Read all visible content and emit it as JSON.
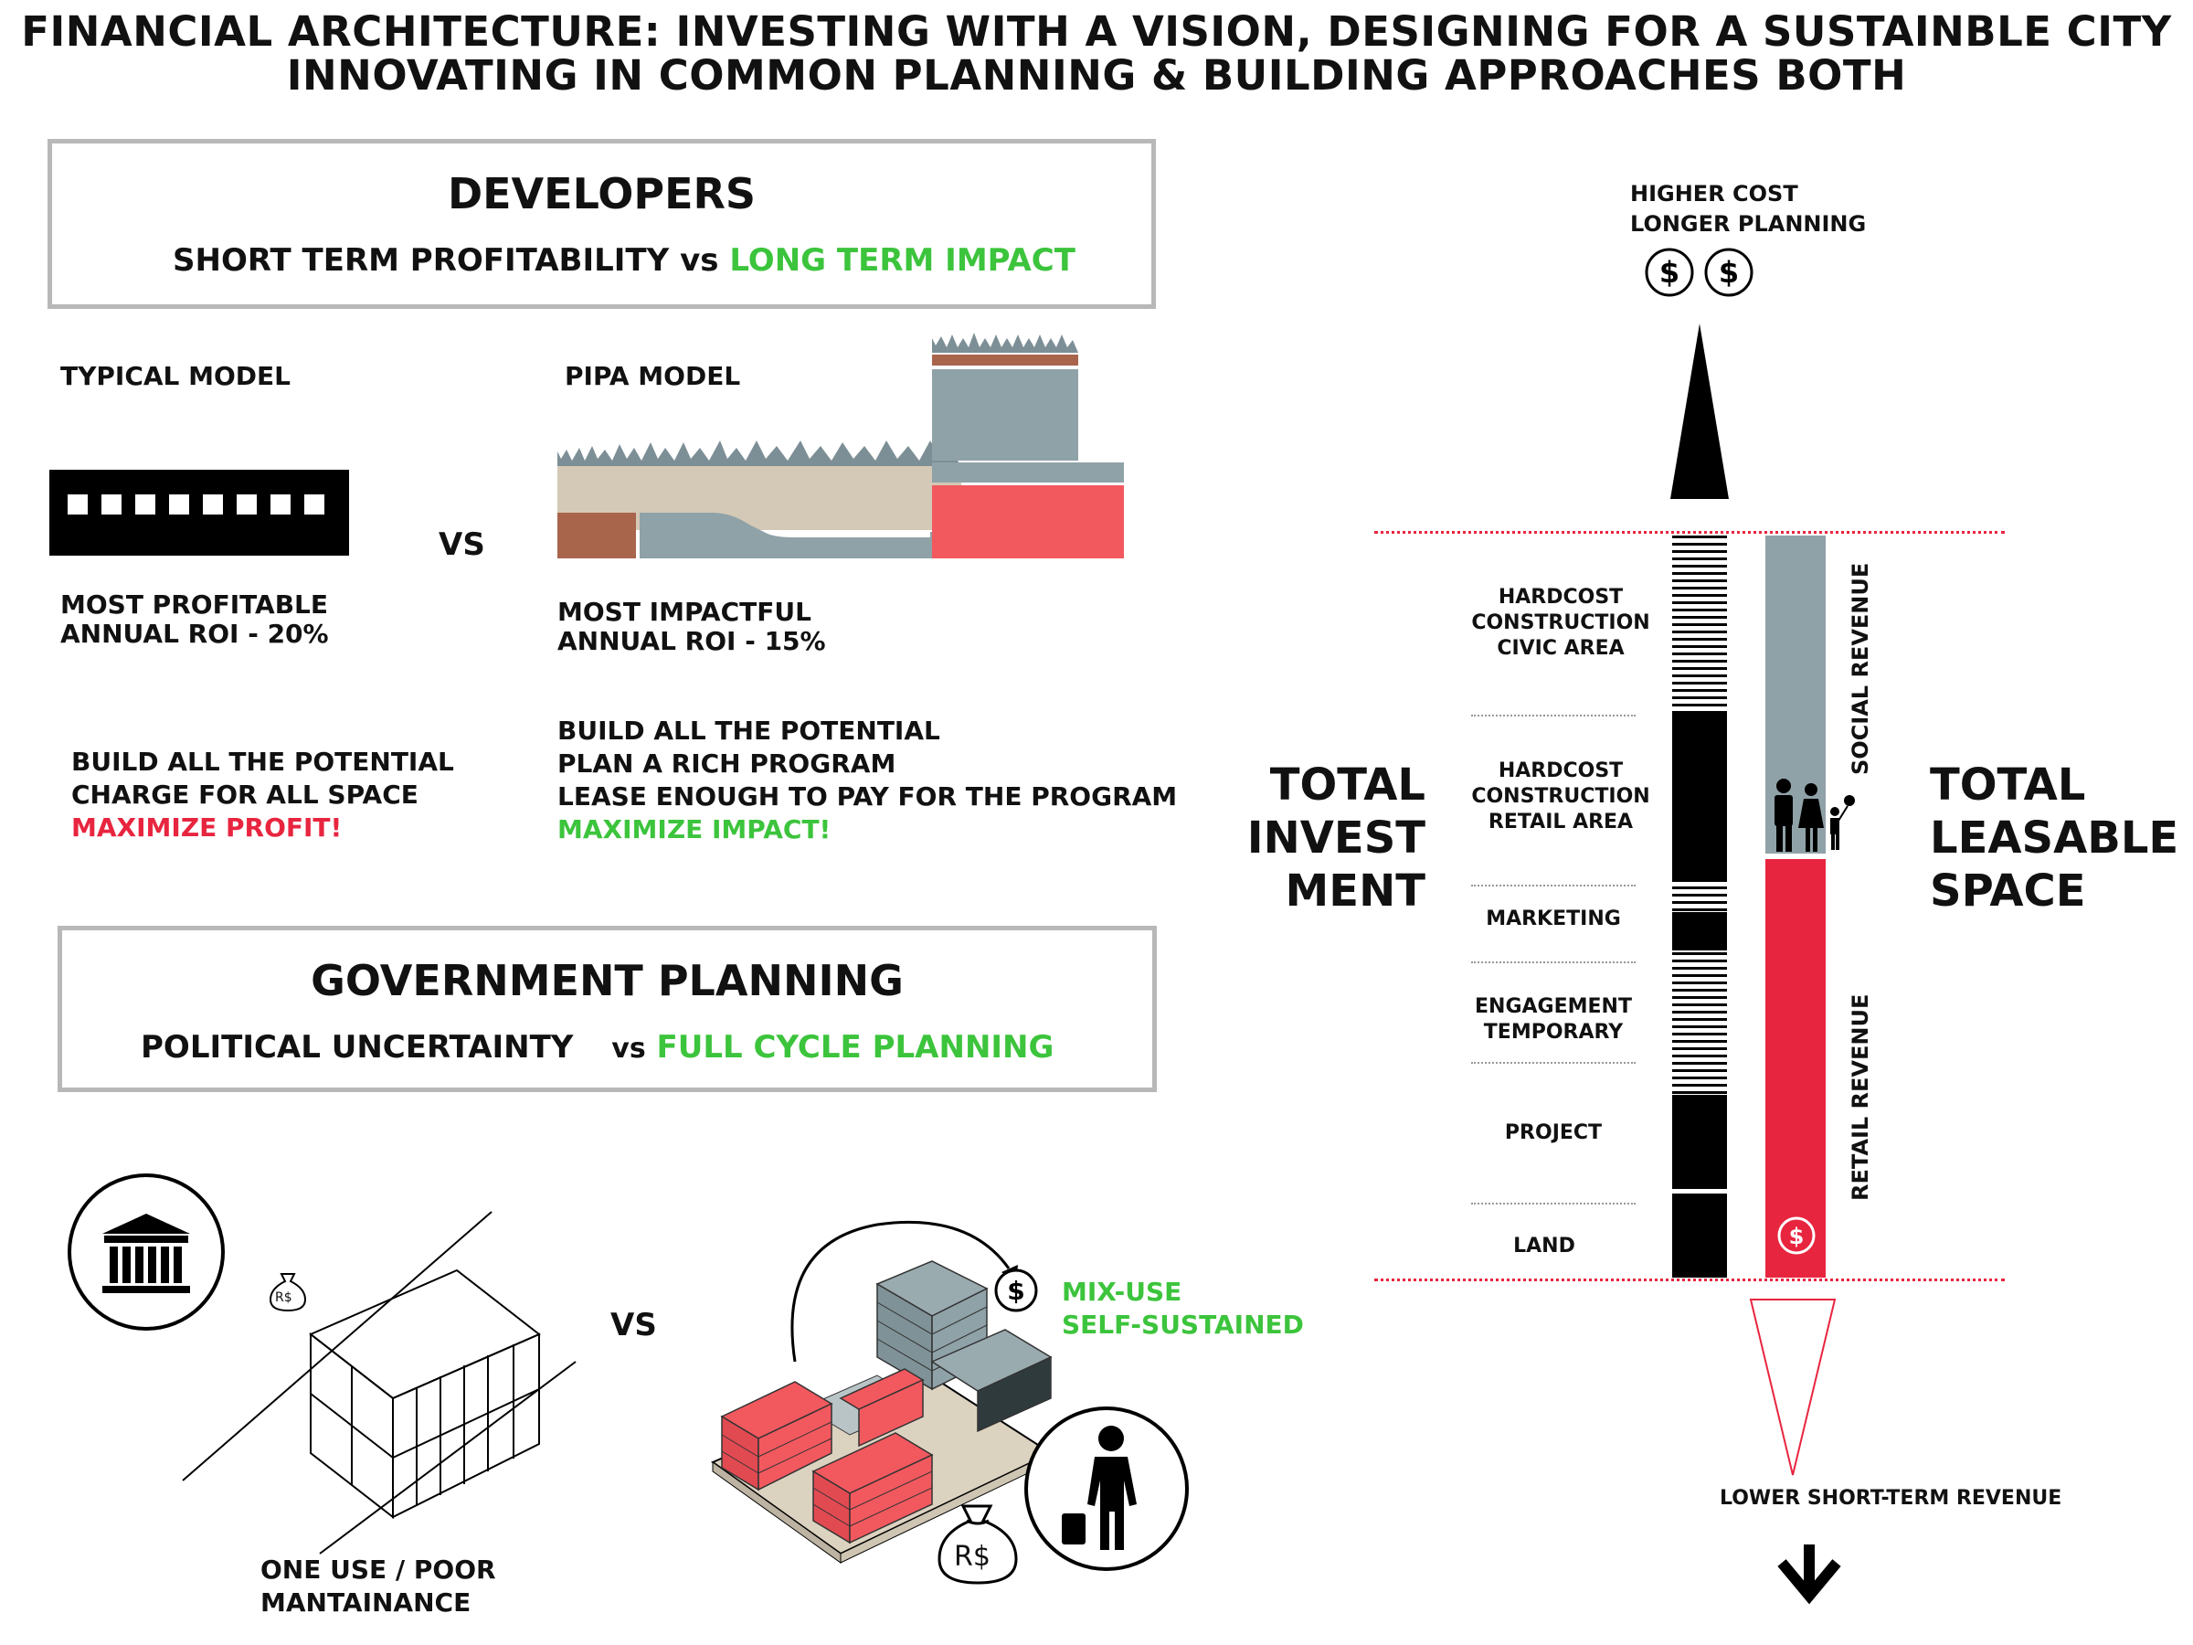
{
  "title": {
    "line1": "FINANCIAL ARCHITECTURE: INVESTING WITH A VISION, DESIGNING FOR A SUSTAINBLE CITY",
    "line2": "INNOVATING IN COMMON PLANNING & BUILDING APPROACHES BOTH"
  },
  "developers": {
    "heading": "DEVELOPERS",
    "left_text": "SHORT TERM PROFITABILITY",
    "vs": "vs",
    "right_text": "LONG TERM IMPACT"
  },
  "typical": {
    "label": "TYPICAL MODEL",
    "result_line1": "MOST PROFITABLE",
    "result_line2": "ANNUAL ROI - 20%",
    "strategy_line1": "BUILD ALL THE POTENTIAL",
    "strategy_line2": "CHARGE FOR ALL SPACE",
    "strategy_line3": "MAXIMIZE PROFIT!"
  },
  "models_vs": "VS",
  "pipa": {
    "label": "PIPA MODEL",
    "result_line1": "MOST IMPACTFUL",
    "result_line2": "ANNUAL ROI - 15%",
    "strategy_line1": "BUILD ALL THE POTENTIAL",
    "strategy_line2": "PLAN A RICH PROGRAM",
    "strategy_line3": "LEASE ENOUGH TO PAY FOR THE PROGRAM",
    "strategy_line4": "MAXIMIZE IMPACT!"
  },
  "government": {
    "heading": "GOVERNMENT PLANNING",
    "left_text": "POLITICAL UNCERTAINTY",
    "vs": "vs",
    "right_text": "FULL CYCLE PLANNING"
  },
  "bottom": {
    "one_use_line1": "ONE USE / POOR",
    "one_use_line2": "MANTAINANCE",
    "vs": "VS",
    "mix_line1": "MIX-USE",
    "mix_line2": "SELF-SUSTAINED",
    "currency_small": "R$",
    "currency_big": "R$"
  },
  "diagram": {
    "top_line1": "HIGHER COST",
    "top_line2": "LONGER PLANNING",
    "bottom_label": "LOWER SHORT-TERM REVENUE",
    "invest_line1": "TOTAL",
    "invest_line2": "INVEST",
    "invest_line3": "MENT",
    "leasable_line1": "TOTAL",
    "leasable_line2": "LEASABLE",
    "leasable_line3": "SPACE",
    "social_revenue": "SOCIAL REVENUE",
    "retail_revenue": "RETAIL REVENUE",
    "cost_items": [
      {
        "line1": "HARDCOST",
        "line2": "CONSTRUCTION",
        "line3": "CIVIC AREA"
      },
      {
        "line1": "HARDCOST",
        "line2": "CONSTRUCTION",
        "line3": "RETAIL AREA"
      },
      {
        "line1": "MARKETING"
      },
      {
        "line1": "ENGAGEMENT",
        "line2": "TEMPORARY"
      },
      {
        "line1": "PROJECT"
      },
      {
        "line1": "LAND"
      }
    ],
    "dollar_symbol": "$"
  },
  "colors": {
    "green": "#3cc43c",
    "red": "#e8253f",
    "salmon": "#f2595f",
    "slate": "#8fa2a8",
    "beige": "#d4c9b6",
    "brown": "#a8654c"
  }
}
